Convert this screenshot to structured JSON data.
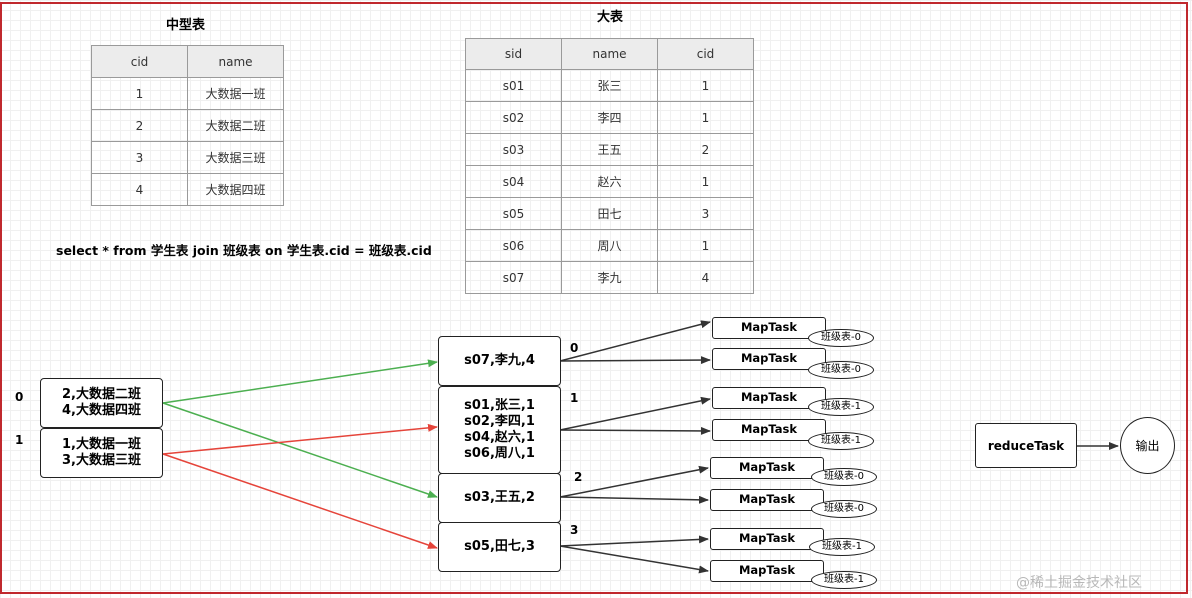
{
  "medium_table": {
    "title": "中型表",
    "headers": [
      "cid",
      "name"
    ],
    "rows": [
      [
        "1",
        "大数据一班"
      ],
      [
        "2",
        "大数据二班"
      ],
      [
        "3",
        "大数据三班"
      ],
      [
        "4",
        "大数据四班"
      ]
    ]
  },
  "big_table": {
    "title": "大表",
    "headers": [
      "sid",
      "name",
      "cid"
    ],
    "rows": [
      [
        "s01",
        "张三",
        "1"
      ],
      [
        "s02",
        "李四",
        "1"
      ],
      [
        "s03",
        "王五",
        "2"
      ],
      [
        "s04",
        "赵六",
        "1"
      ],
      [
        "s05",
        "田七",
        "3"
      ],
      [
        "s06",
        "周八",
        "1"
      ],
      [
        "s07",
        "李九",
        "4"
      ]
    ]
  },
  "sql": "select * from  学生表 join 班级表 on 学生表.cid = 班级表.cid",
  "splits": {
    "labels": [
      "0",
      "1"
    ],
    "boxes": [
      [
        "2,大数据二班",
        "4,大数据四班"
      ],
      [
        "1,大数据一班",
        "3,大数据三班"
      ]
    ]
  },
  "partitions": {
    "labels": [
      "0",
      "1",
      "2",
      "3"
    ],
    "boxes": [
      [
        "s07,李九,4"
      ],
      [
        "s01,张三,1",
        "s02,李四,1",
        "s04,赵六,1",
        "s06,周八,1"
      ],
      [
        "s03,王五,2"
      ],
      [
        "s05,田七,3"
      ]
    ]
  },
  "map_tasks": {
    "label": "MapTask",
    "tags": [
      "班级表-0",
      "班级表-0",
      "班级表-1",
      "班级表-1",
      "班级表-0",
      "班级表-0",
      "班级表-1",
      "班级表-1"
    ]
  },
  "reduce_label": "reduceTask",
  "output_label": "输出",
  "watermark": "@稀土掘金技术社区",
  "colors": {
    "green": "#4caf50",
    "red": "#e5443a",
    "dark": "#333333",
    "frame": "#c0282d"
  }
}
